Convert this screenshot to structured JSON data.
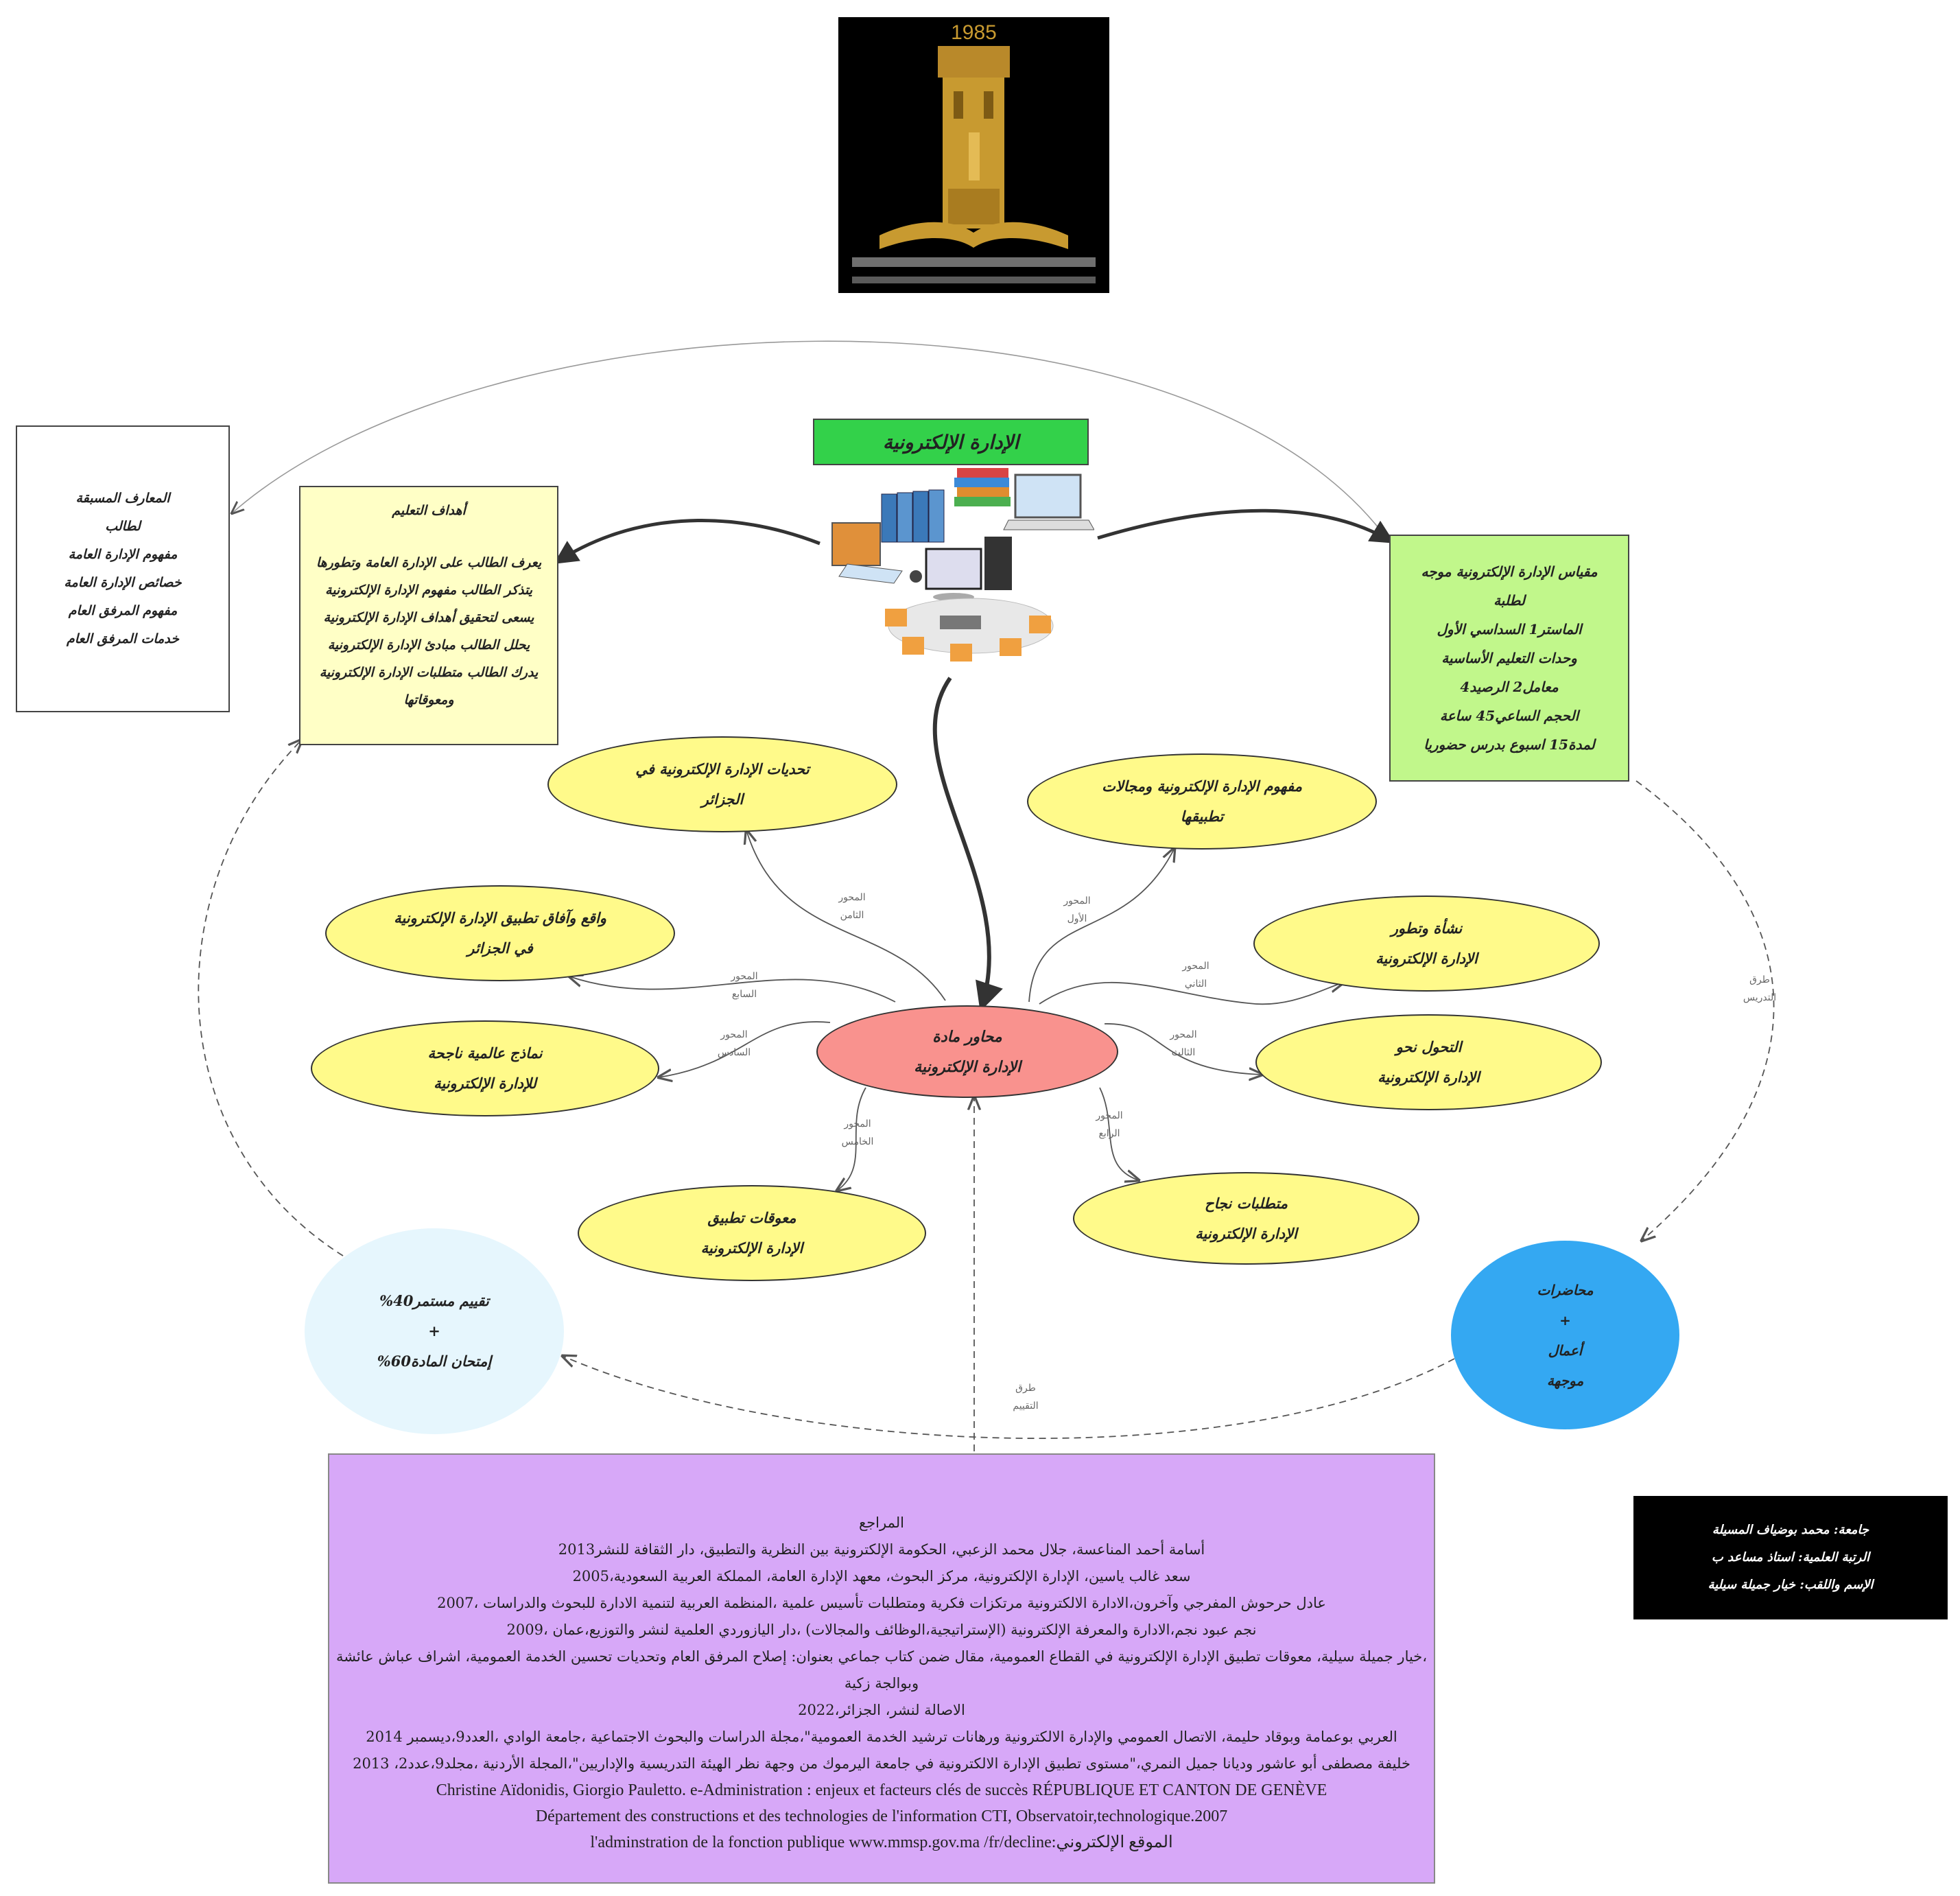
{
  "logo": {
    "year": "1985"
  },
  "title": {
    "text": "الإدارة الإلكترونية"
  },
  "prior_knowledge": {
    "lines": [
      "المعارف المسبقة",
      "لطالب",
      "مفهوم الإدارة العامة",
      "خصائص الإدارة العامة",
      "مفهوم المرفق العام",
      "خدمات المرفق العام"
    ]
  },
  "objectives": {
    "heading": "أهداف التعليم",
    "lines": [
      "يعرف الطالب على الإدارة العامة وتطورها",
      "يتذكر الطالب مفهوم الإدارة الإلكترونية",
      "يسعى لتحقيق أهداف الإدارة الإلكترونية",
      "يحلل الطالب مبادئ الإدارة الإلكترونية",
      "يدرك الطالب متطلبات الإدارة الإلكترونية",
      "ومعوقاتها"
    ]
  },
  "course_info": {
    "lines": [
      "مقياس الإدارة الإلكترونية موجه",
      "لطلبة",
      "الماستر1 السداسي الأول",
      "وحدات التعليم الأساسية",
      "معامل2 الرصيد4",
      "الحجم الساعي45 ساعة",
      "لمدة15 اسبوع بدرس حضوريا"
    ]
  },
  "center": {
    "lines": [
      "محاور مادة",
      "الإدارة الإلكترونية"
    ]
  },
  "axes": [
    {
      "id": "axis1",
      "label": [
        "المحور",
        "الأول"
      ],
      "topic": [
        "مفهوم الإدارة الإلكترونية ومجالات",
        "تطبيقها"
      ]
    },
    {
      "id": "axis2",
      "label": [
        "المحور",
        "الثاني"
      ],
      "topic": [
        "نشأة وتطور",
        "الإدارة الإلكترونية"
      ]
    },
    {
      "id": "axis3",
      "label": [
        "المحور",
        "الثالث"
      ],
      "topic": [
        "التحول نحو",
        "الإدارة الإلكترونية"
      ]
    },
    {
      "id": "axis4",
      "label": [
        "المحور",
        "الرابع"
      ],
      "topic": [
        "متطلبات نجاح",
        "الإدارة الإلكترونية"
      ]
    },
    {
      "id": "axis5",
      "label": [
        "المحور",
        "الخامس"
      ],
      "topic": [
        "معوقات تطبيق",
        "الإدارة الإلكترونية"
      ]
    },
    {
      "id": "axis6",
      "label": [
        "المحور",
        "السادس"
      ],
      "topic": [
        "نماذج عالمية ناجحة",
        "للإدارة الإلكترونية"
      ]
    },
    {
      "id": "axis7",
      "label": [
        "المحور",
        "السابع"
      ],
      "topic": [
        "واقع وآفاق تطبيق الإدارة الإلكترونية",
        "في الجزائر"
      ]
    },
    {
      "id": "axis8",
      "label": [
        "المحور",
        "الثامن"
      ],
      "topic": [
        "تحديات الإدارة الإلكترونية في",
        "الجزائر"
      ]
    }
  ],
  "teaching_methods": {
    "edge_label": [
      "طرق",
      "التدريس"
    ],
    "lines": [
      "محاضرات",
      "+",
      "أعمال",
      "موجهة"
    ]
  },
  "evaluation": {
    "edge_label": [
      "طرق",
      "التقييم"
    ],
    "lines": [
      "تقييم مستمر40%",
      "+",
      "إمتحان المادة60%"
    ]
  },
  "references": {
    "heading": "المراجع",
    "arabic": [
      "أسامة أحمد المناعسة، جلال محمد الزعبي، الحكومة الإلكترونية بين النظرية والتطبيق، دار الثقافة للنشر2013",
      "سعد غالب ياسين، الإدارة الإلكترونية، مركز البحوث، معهد الإدارة العامة، المملكة العربية السعودية،2005",
      "عادل حرحوش المفرجي وآخرون،الادارة الالكترونية مرتكزات فكرية ومتطلبات تأسيس علمية ،المنظمة العربية لتنمية الادارة للبحوث والدراسات ،2007",
      "نجم عبود نجم،الادارة والمعرفة الإلكترونية (الإستراتيجية،الوظائف والمجالات) ،دار اليازوردي العلمية لنشر والتوزيع،عمان ،2009",
      "،خيار جميلة سيلية، معوقات تطبيق الإدارة الإلكترونية في القطاع العمومية، مقال ضمن كتاب جماعي بعنوان: إصلاح المرفق العام وتحديات تحسين الخدمة العمومية، اشراف عباش عائشة وبوالجة زكية",
      "الاصالة لنشر، الجزائر،2022",
      "العربي بوعمامة وبوقاد حليمة، الاتصال العمومي والإدارة الالكترونية ورهانات ترشيد الخدمة العمومية\"،مجلة الدراسات والبحوث الاجتماعية ،جامعة الوادي ،العدد9،ديسمبر 2014",
      "خليفة مصطفى أبو عاشور وديانا جميل النمري،\"مستوى تطبيق الإدارة الالكترونية في جامعة اليرموك من وجهة نظر الهيئة التدريسية والإداريين\"،المجلة الأردنية ،مجلد9،عدد2، 2013"
    ],
    "latin": [
      "Christine Aïdonidis, Giorgio Pauletto. e-Administration : enjeux et facteurs clés de succès RÉPUBLIQUE ET CANTON DE GENÈVE",
      "Département des constructions et des technologies de l'information CTI, Observatoir,technologique.2007"
    ],
    "website": "l'adminstration de la fonction publique www.mmsp.gov.ma /fr/decline:الموقع الإلكتروني"
  },
  "author": {
    "lines": [
      "جامعة: محمد بوضياف المسيلة",
      "الرتبة العلمية: استاذ مساعد ب",
      "الإسم واللقب: خيار جميلة سيلية"
    ]
  },
  "colors": {
    "title_bg": "#33d14a",
    "objectives_bg": "#ffffc6",
    "course_bg": "#c1f78b",
    "topic_bg": "#fffa8a",
    "center_bg": "#f9928e",
    "teaching_bg": "#34a8f2",
    "evaluation_bg": "#e6f6fd",
    "references_bg": "#d7a8f8",
    "author_bg": "#000000",
    "logo_gold": "#c89a30"
  }
}
